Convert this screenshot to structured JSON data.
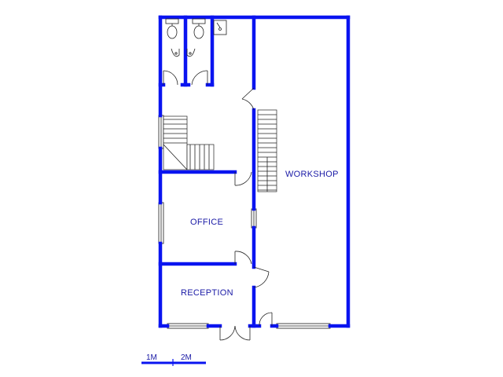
{
  "rooms": {
    "office": "OFFICE",
    "workshop": "WORKSHOP",
    "reception": "RECEPTION"
  },
  "scale_bar": {
    "label_1": "1M",
    "label_2": "2M"
  },
  "colors": {
    "wall": "#0a14f0",
    "label": "#1a1aa6",
    "fixture": "#222222"
  },
  "icons": [
    "toilet-icon",
    "basin-icon",
    "sink-icon",
    "stair-icon",
    "door-swing-icon",
    "window-icon"
  ]
}
